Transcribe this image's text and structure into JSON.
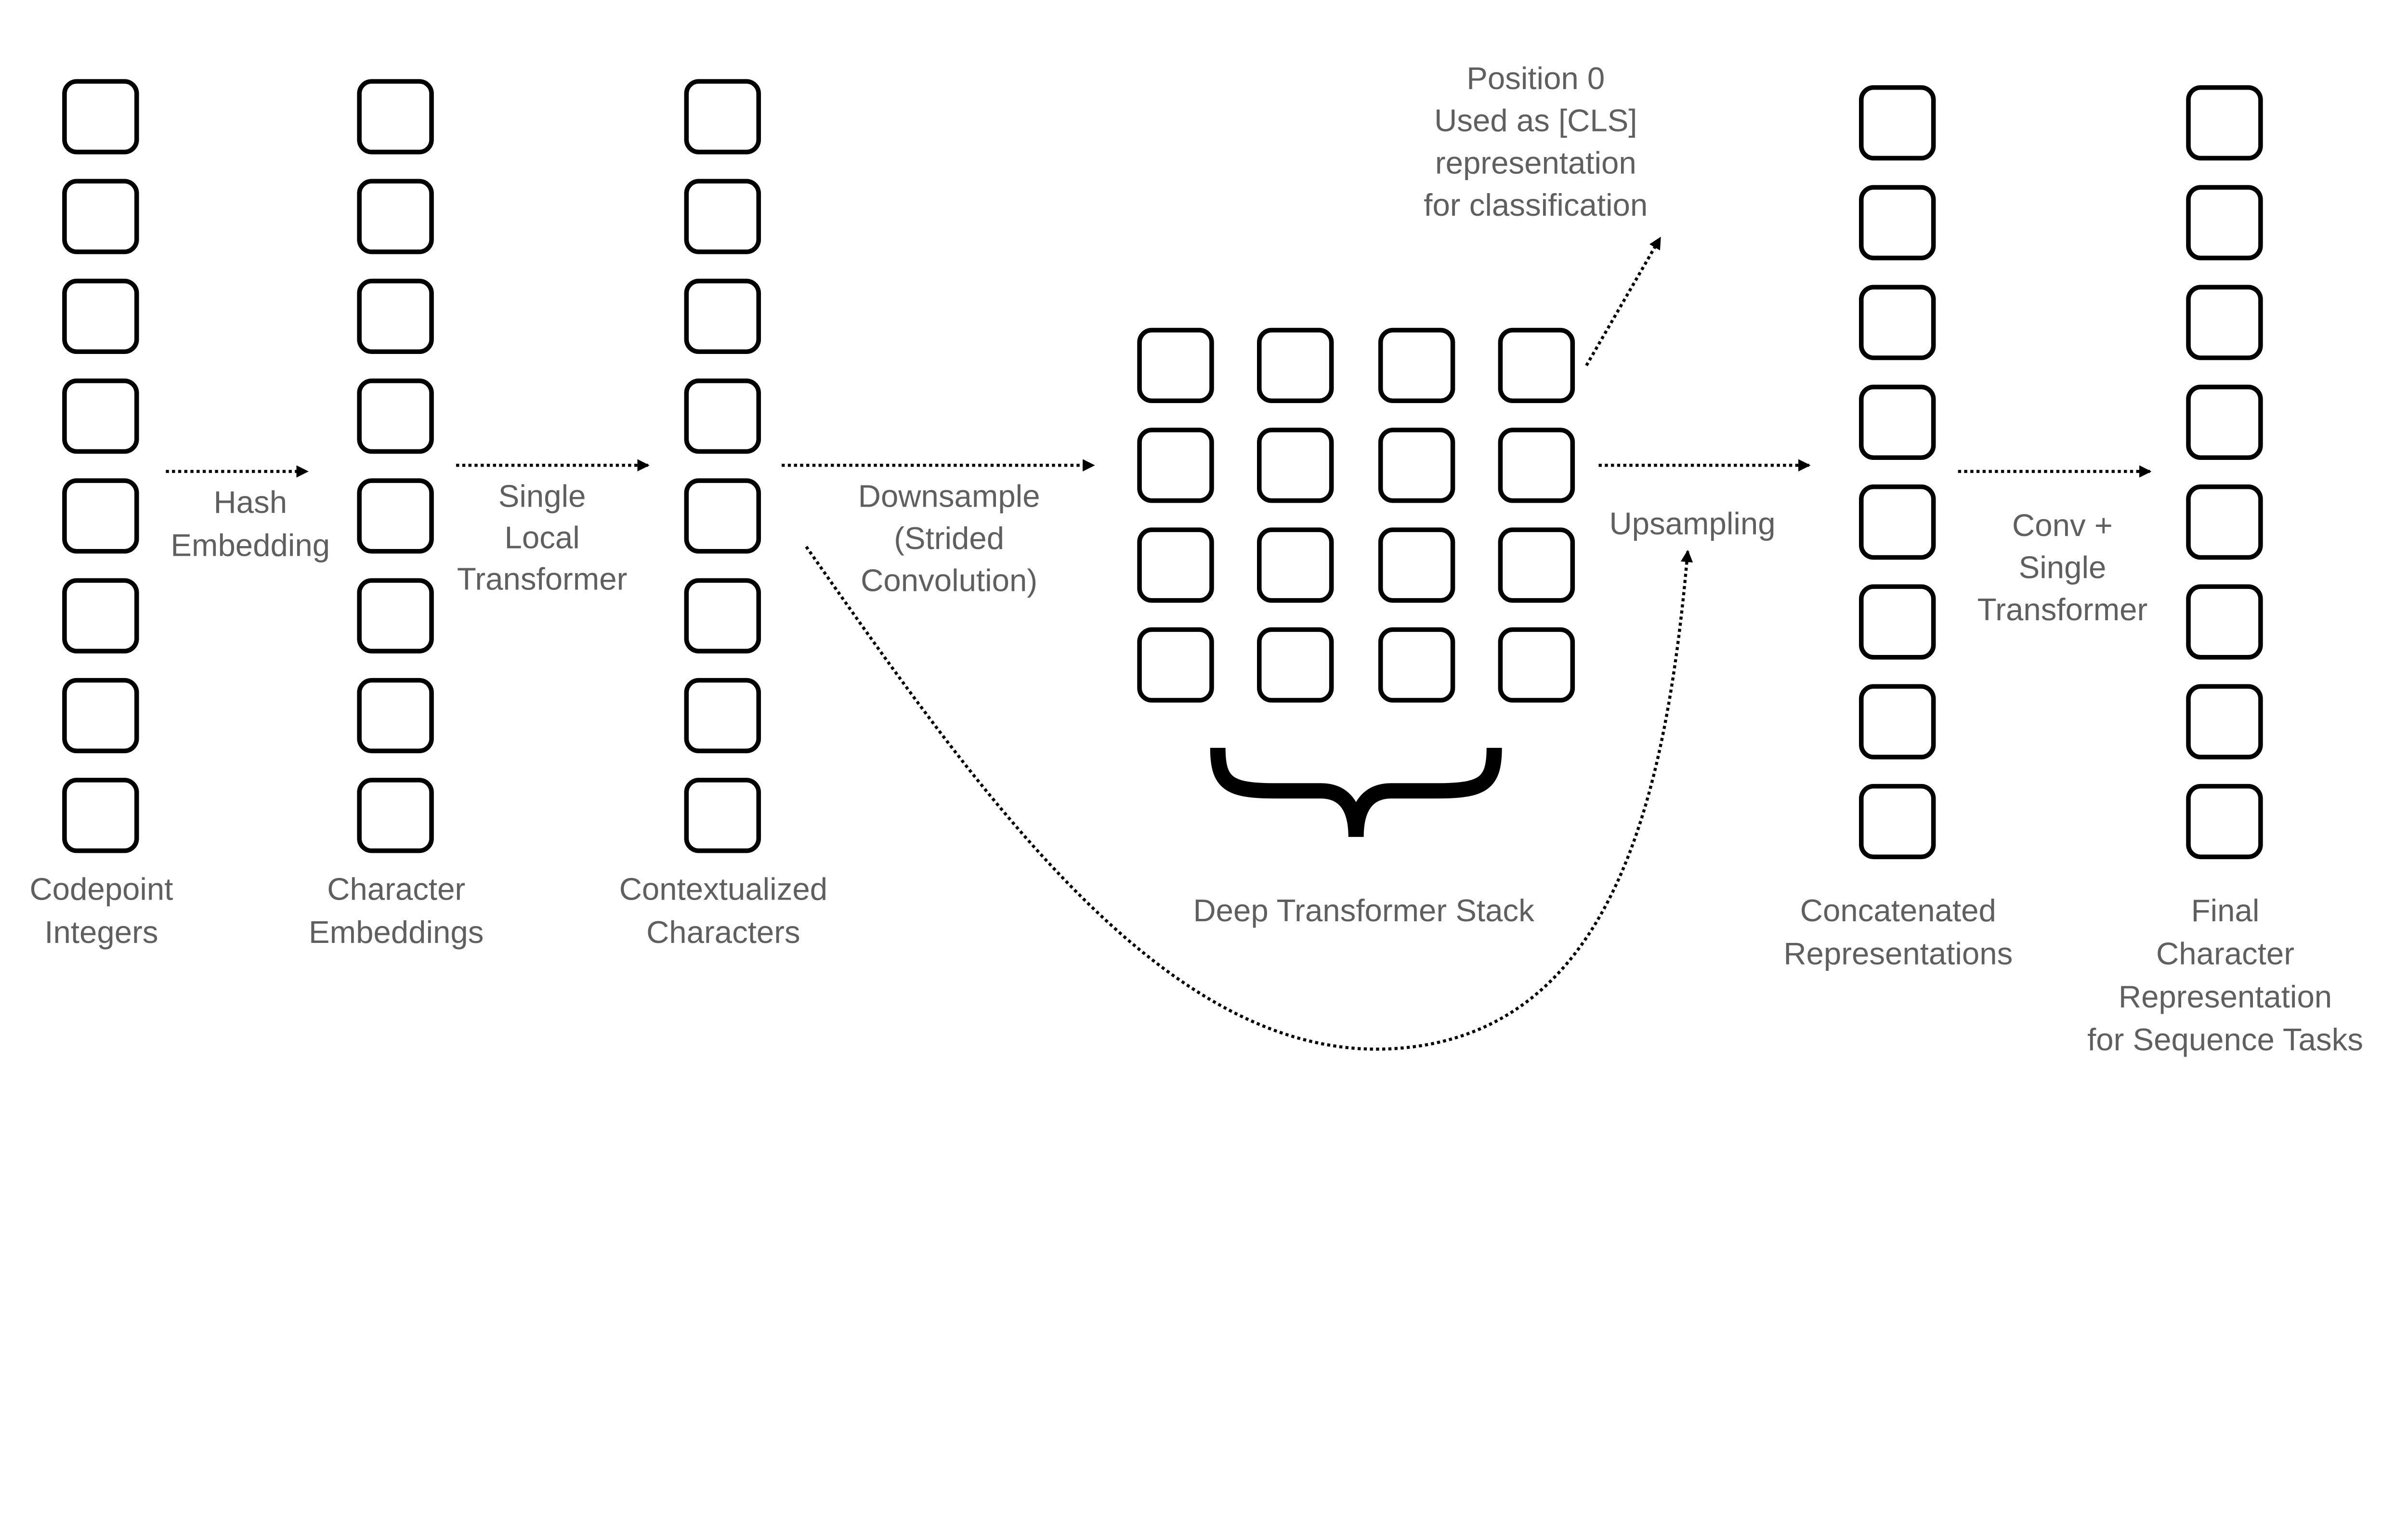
{
  "columns": [
    {
      "label": [
        "Codepoint",
        "Integers"
      ]
    },
    {
      "label": [
        "Character",
        "Embeddings"
      ]
    },
    {
      "label": [
        "Contextualized",
        "Characters"
      ]
    },
    {
      "label": [
        "Concatenated",
        "Representations"
      ]
    },
    {
      "label": [
        "Final",
        "Character",
        "Representation",
        "for Sequence Tasks"
      ]
    }
  ],
  "operations": {
    "hash": [
      "Hash",
      "Embedding"
    ],
    "local": [
      "Single",
      "Local",
      "Transformer"
    ],
    "downsample": [
      "Downsample",
      "(Strided",
      "Convolution)"
    ],
    "upsample": [
      "Upsampling"
    ],
    "conv": [
      "Conv +",
      "Single",
      "Transformer"
    ]
  },
  "deep_stack": {
    "label": "Deep Transformer Stack"
  },
  "cls_note": [
    "Position 0",
    "Used as [CLS]",
    "representation",
    "for classification"
  ],
  "colors": {
    "text": "#5f5f5f",
    "stroke": "#000000"
  }
}
